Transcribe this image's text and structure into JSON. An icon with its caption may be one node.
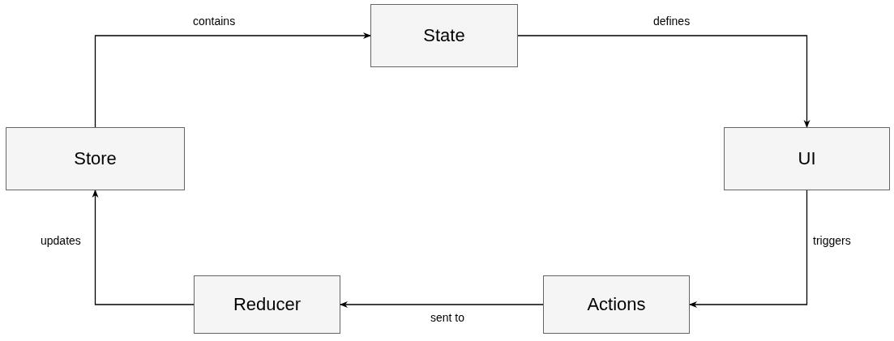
{
  "diagram": {
    "nodes": [
      {
        "text": [
          "State"
        ]
      },
      {
        "text": [
          "Store"
        ]
      },
      {
        "text": [
          "UI"
        ]
      },
      {
        "text": [
          "Reducer"
        ]
      },
      {
        "text": [
          "Actions"
        ]
      }
    ],
    "edges": [
      {
        "from": 1,
        "to": 0,
        "arrow": "to",
        "label": "contains"
      },
      {
        "from": 0,
        "to": 2,
        "arrow": "to",
        "label": "defines"
      },
      {
        "from": 2,
        "to": 4,
        "arrow": "to",
        "label": "triggers"
      },
      {
        "from": 4,
        "to": 3,
        "arrow": "to",
        "label": "sent to"
      },
      {
        "from": 3,
        "to": 1,
        "arrow": "to",
        "label": "updates"
      }
    ]
  }
}
